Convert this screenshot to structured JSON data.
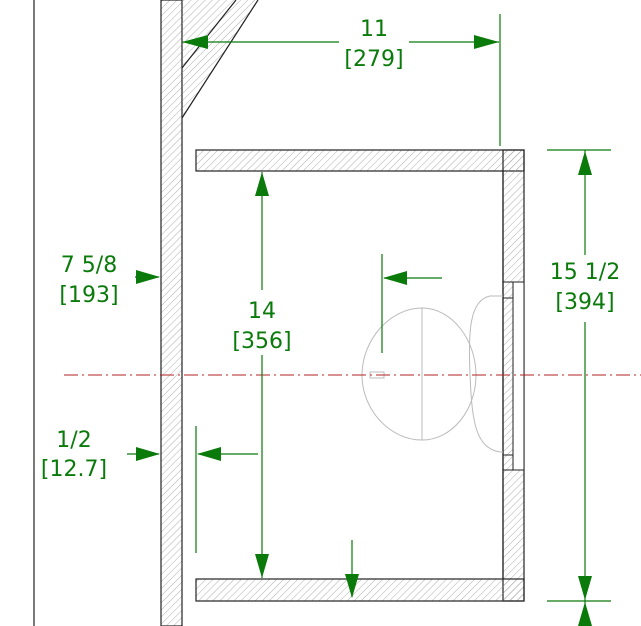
{
  "dimensions": {
    "top_width": {
      "imperial": "11",
      "metric": "[279]"
    },
    "left_offset": {
      "imperial": "7 5/8",
      "metric": "[193]"
    },
    "wall_thickness": {
      "imperial": "1/2",
      "metric": "[12.7]"
    },
    "inner_height": {
      "imperial": "14",
      "metric": "[356]"
    },
    "outer_height": {
      "imperial": "15 1/2",
      "metric": "[394]"
    }
  },
  "colors": {
    "dimension": "#0a7a0a",
    "outline": "#222222",
    "fixture": "#bbbbbb",
    "centerline": "#b22222"
  }
}
